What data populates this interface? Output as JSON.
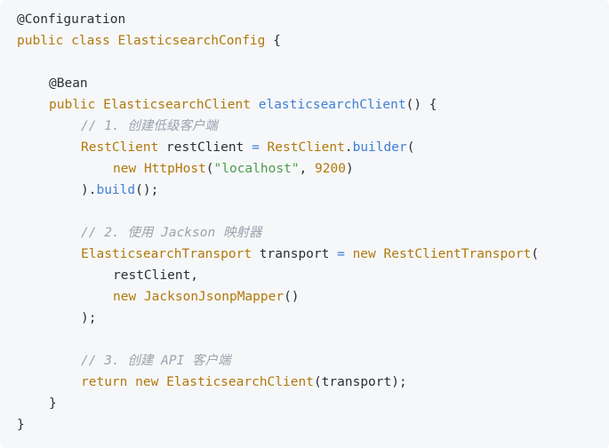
{
  "code": {
    "l1_annotation": "@Configuration",
    "l2_public": "public",
    "l2_class": "class",
    "l2_name": "ElasticsearchConfig",
    "l2_brace": " {",
    "l4_annotation": "@Bean",
    "l5_public": "public",
    "l5_type": "ElasticsearchClient",
    "l5_method": "elasticsearchClient",
    "l5_rest": "() {",
    "l6_comment": "// 1. 创建低级客户端",
    "l7_type": "RestClient",
    "l7_var": " restClient ",
    "l7_eq": "=",
    "l7_type2": "RestClient",
    "l7_dot": ".",
    "l7_method": "builder",
    "l7_paren": "(",
    "l8_new": "new",
    "l8_type": "HttpHost",
    "l8_paren": "(",
    "l8_str": "\"localhost\"",
    "l8_comma": ", ",
    "l8_num": "9200",
    "l8_close": ")",
    "l9_close": ").",
    "l9_method": "build",
    "l9_end": "();",
    "l11_comment": "// 2. 使用 Jackson 映射器",
    "l12_type": "ElasticsearchTransport",
    "l12_var": " transport ",
    "l12_eq": "=",
    "l12_new": "new",
    "l12_type2": "RestClientTransport",
    "l12_paren": "(",
    "l13_arg": "restClient,",
    "l14_new": "new",
    "l14_type": "JacksonJsonpMapper",
    "l14_paren": "()",
    "l15_close": ");",
    "l17_comment": "// 3. 创建 API 客户端",
    "l18_return": "return",
    "l18_new": "new",
    "l18_type": "ElasticsearchClient",
    "l18_rest": "(transport);",
    "l19_close": "}",
    "l20_close": "}"
  },
  "colors": {
    "background": "#f6f7f9",
    "keyword": "#b0790c",
    "function": "#3f7fd6",
    "string": "#4e9a4e",
    "comment": "#9aa3ad",
    "text": "#2b2f33"
  }
}
